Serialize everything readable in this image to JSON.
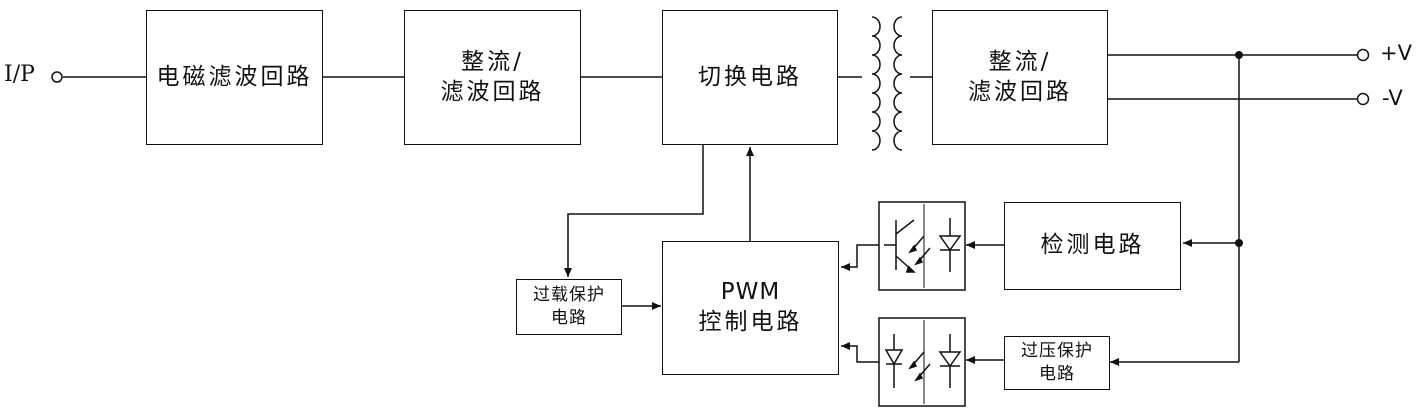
{
  "input_label": "I/P",
  "outputs": {
    "positive": "+V",
    "negative": "-V"
  },
  "blocks": {
    "emi_filter": {
      "line1": "电磁滤波回路"
    },
    "rectifier_in": {
      "line1": "整流/",
      "line2": "滤波回路"
    },
    "switching": {
      "line1": "切换电路"
    },
    "rectifier_out": {
      "line1": "整流/",
      "line2": "滤波回路"
    },
    "detection": {
      "line1": "检测电路"
    },
    "overload": {
      "line1": "过载保护",
      "line2": "电路"
    },
    "pwm": {
      "line1": "PWM",
      "line2": "控制电路"
    },
    "overvoltage": {
      "line1": "过压保护",
      "line2": "电路"
    }
  }
}
